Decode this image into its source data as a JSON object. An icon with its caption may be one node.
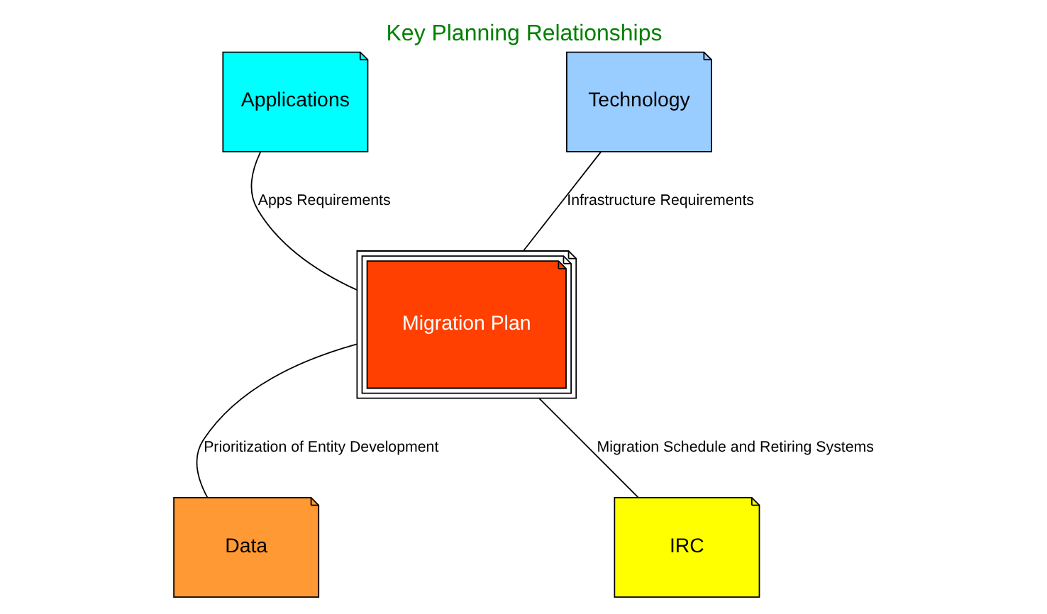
{
  "diagram": {
    "title": "Key Planning Relationships",
    "nodes": [
      {
        "text": [
          "Applications"
        ]
      },
      {
        "text": [
          "Technology"
        ]
      },
      {
        "text": [
          "Migration Plan"
        ]
      },
      {
        "text": [
          "Data"
        ]
      },
      {
        "text": [
          "IRC"
        ]
      }
    ],
    "edges": [
      {
        "from": 0,
        "to": 2,
        "arrow": "none",
        "label": "Apps Requirements"
      },
      {
        "from": 1,
        "to": 2,
        "arrow": "none",
        "label": "Infrastructure Requirements"
      },
      {
        "from": 2,
        "to": 3,
        "arrow": "none",
        "label": "Prioritization of Entity Development"
      },
      {
        "from": 2,
        "to": 4,
        "arrow": "none",
        "label": "Migration Schedule and Retiring Systems"
      }
    ]
  }
}
